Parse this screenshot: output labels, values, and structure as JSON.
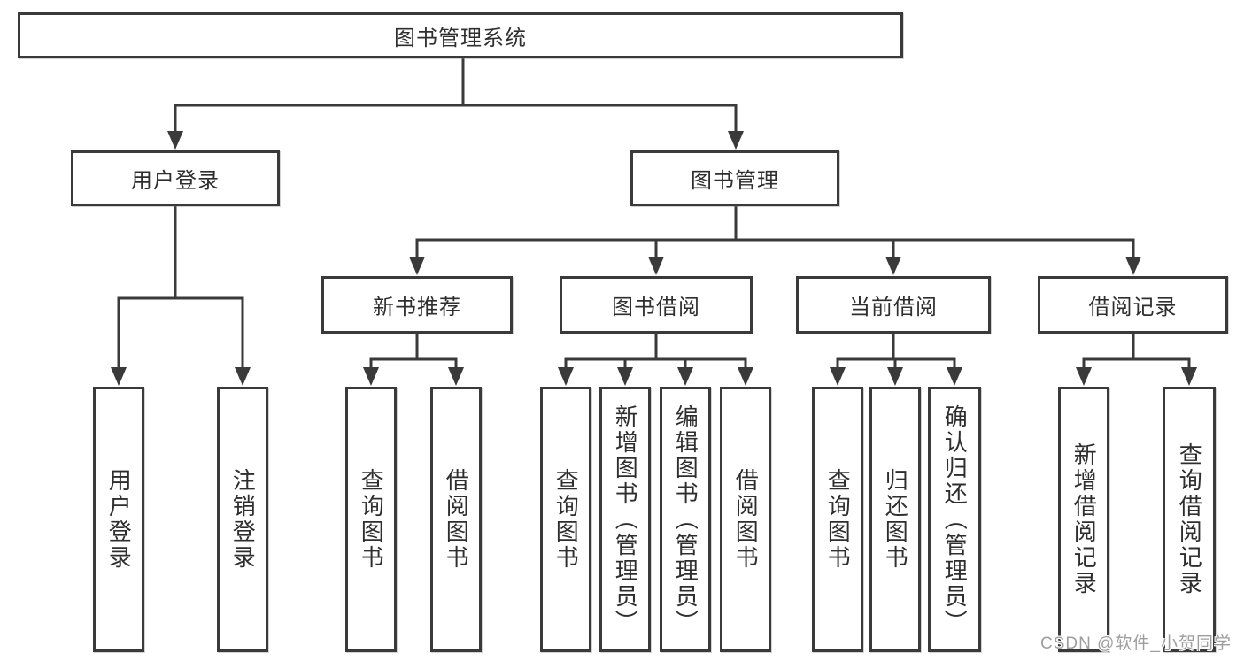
{
  "diagram": {
    "root": {
      "label": "图书管理系统"
    },
    "branches": [
      {
        "label": "用户登录",
        "children": [
          {
            "label": "用户登录"
          },
          {
            "label": "注销登录"
          }
        ]
      },
      {
        "label": "图书管理",
        "children": [
          {
            "label": "新书推荐",
            "children": [
              {
                "label": "查询图书"
              },
              {
                "label": "借阅图书"
              }
            ]
          },
          {
            "label": "图书借阅",
            "children": [
              {
                "label": "查询图书"
              },
              {
                "label": "新增图书（管理员）"
              },
              {
                "label": "编辑图书（管理员）"
              },
              {
                "label": "借阅图书"
              }
            ]
          },
          {
            "label": "当前借阅",
            "children": [
              {
                "label": "查询图书"
              },
              {
                "label": "归还图书"
              },
              {
                "label": "确认归还（管理员）"
              }
            ]
          },
          {
            "label": "借阅记录",
            "children": [
              {
                "label": "新增借阅记录"
              },
              {
                "label": "查询借阅记录"
              }
            ]
          }
        ]
      }
    ]
  },
  "watermark": {
    "text": "CSDN @软件_小贺同学"
  },
  "colors": {
    "line": "#3a3a3a",
    "text": "#2e2e2e",
    "background": "#ffffff",
    "watermark": "#9e9e9e"
  }
}
